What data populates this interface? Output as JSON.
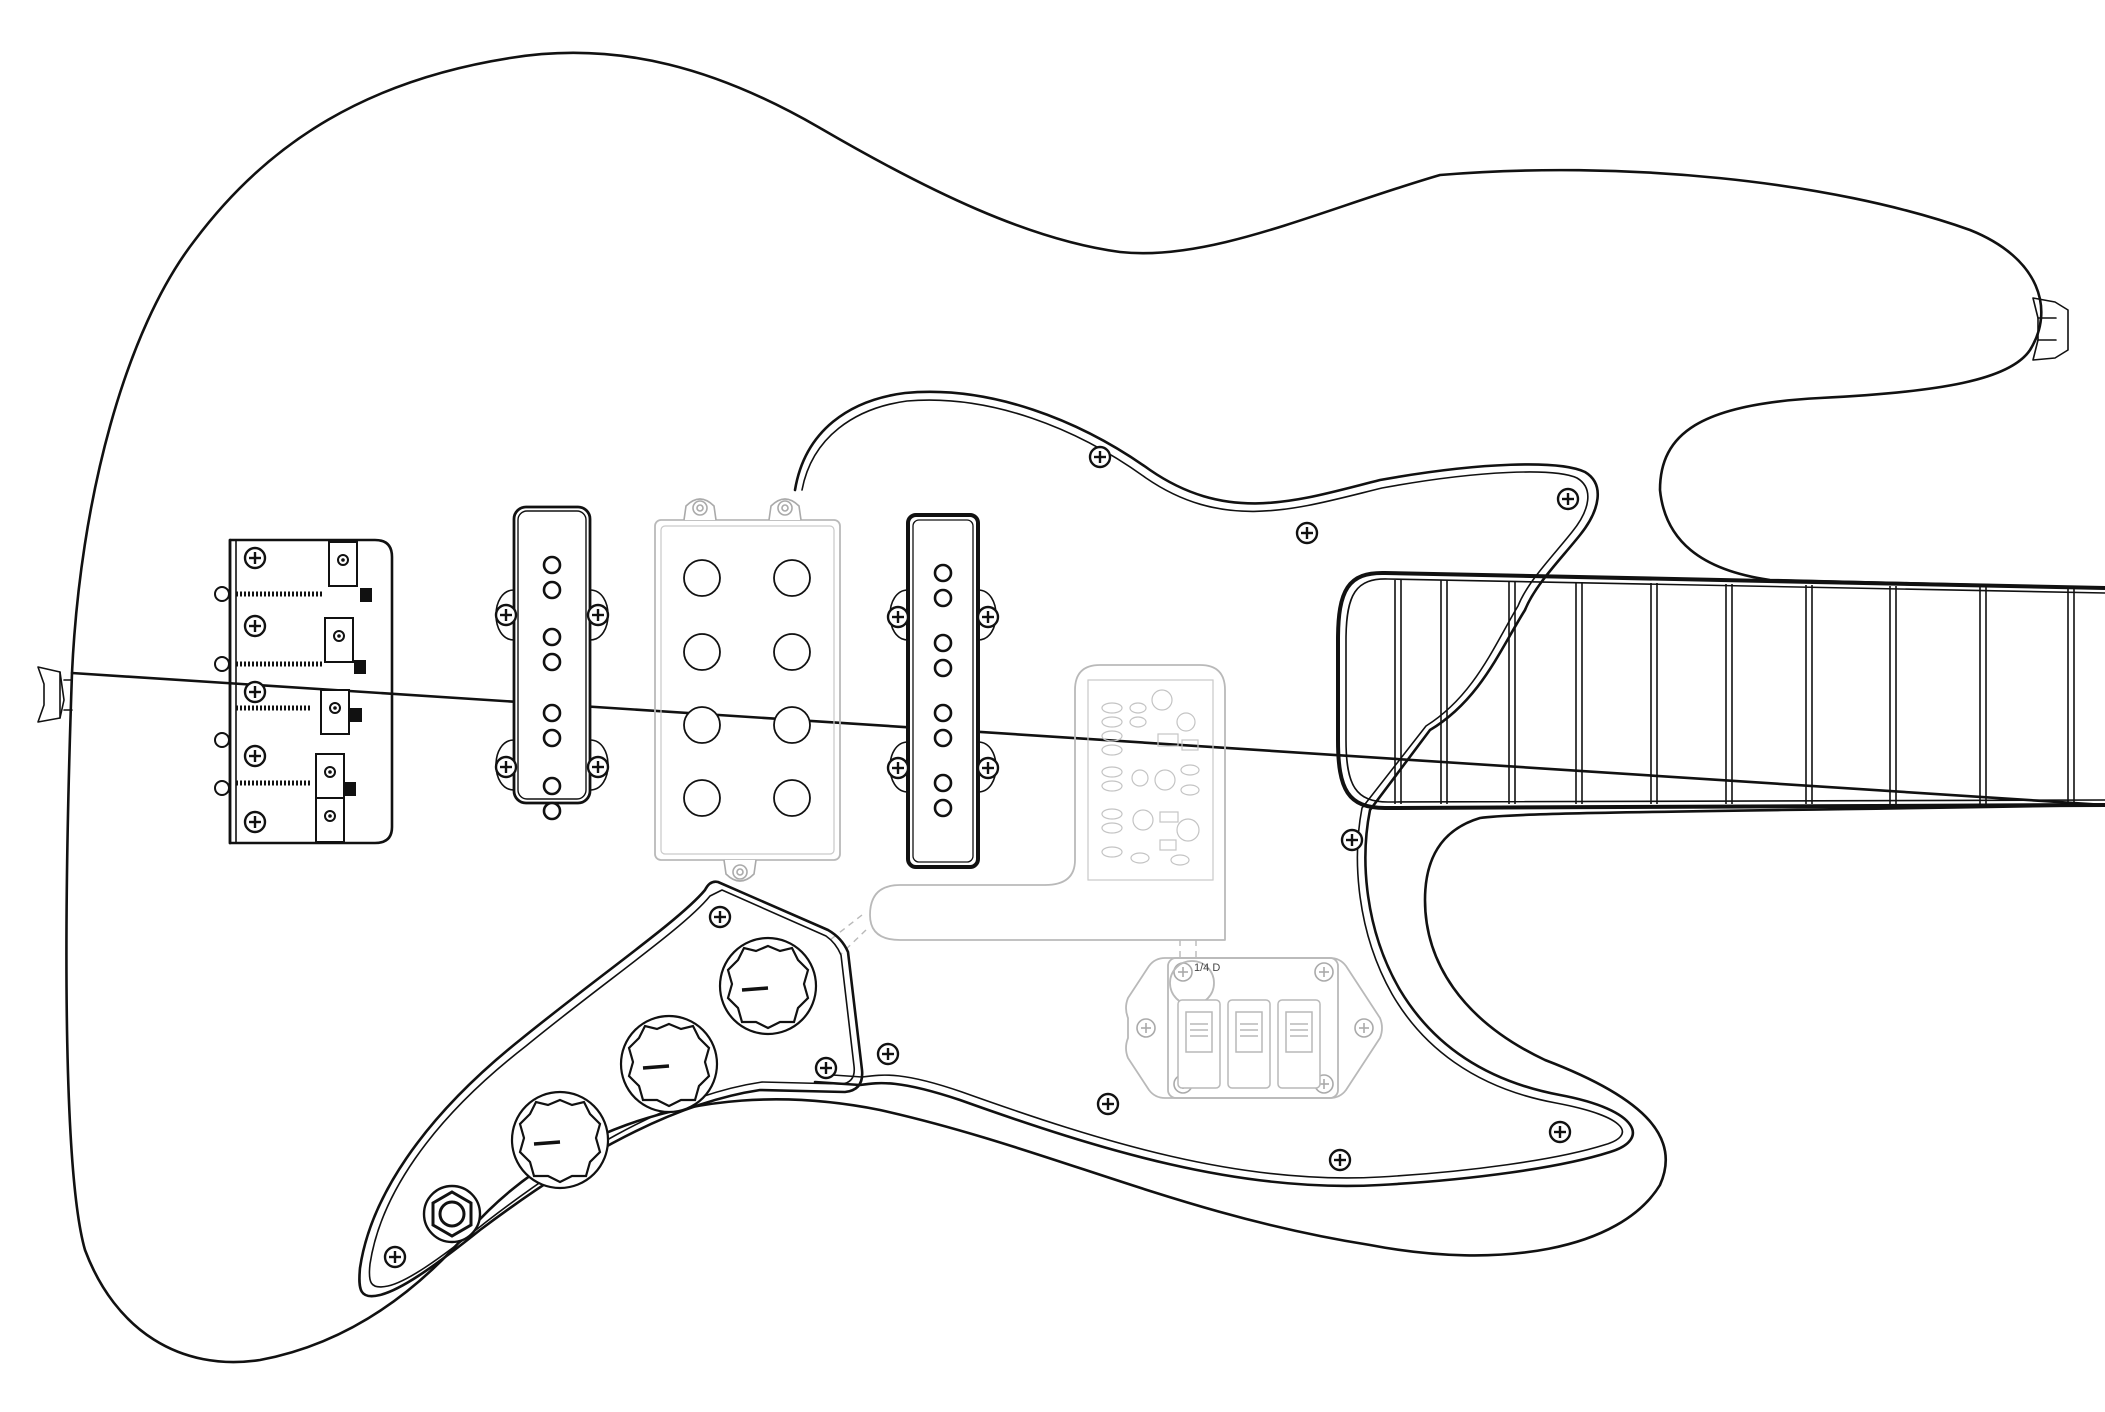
{
  "colors": {
    "ink": "#111111",
    "ghost": "#b9b9b9",
    "background": "#ffffff"
  },
  "labels": {
    "drill_note": "1/4 D"
  },
  "parts": {
    "bridge": {
      "saddles": 4
    },
    "pickups": {
      "neck_single_coil_poles": 8,
      "humbucker_poles": 8,
      "bridge_single_coil_poles": 8
    },
    "control_plate": {
      "knobs": 3,
      "output_jack": 1
    },
    "switch_plate": {
      "switches": 3
    },
    "fretboard": {
      "visible_frets": 10
    },
    "strap_buttons": 2
  }
}
